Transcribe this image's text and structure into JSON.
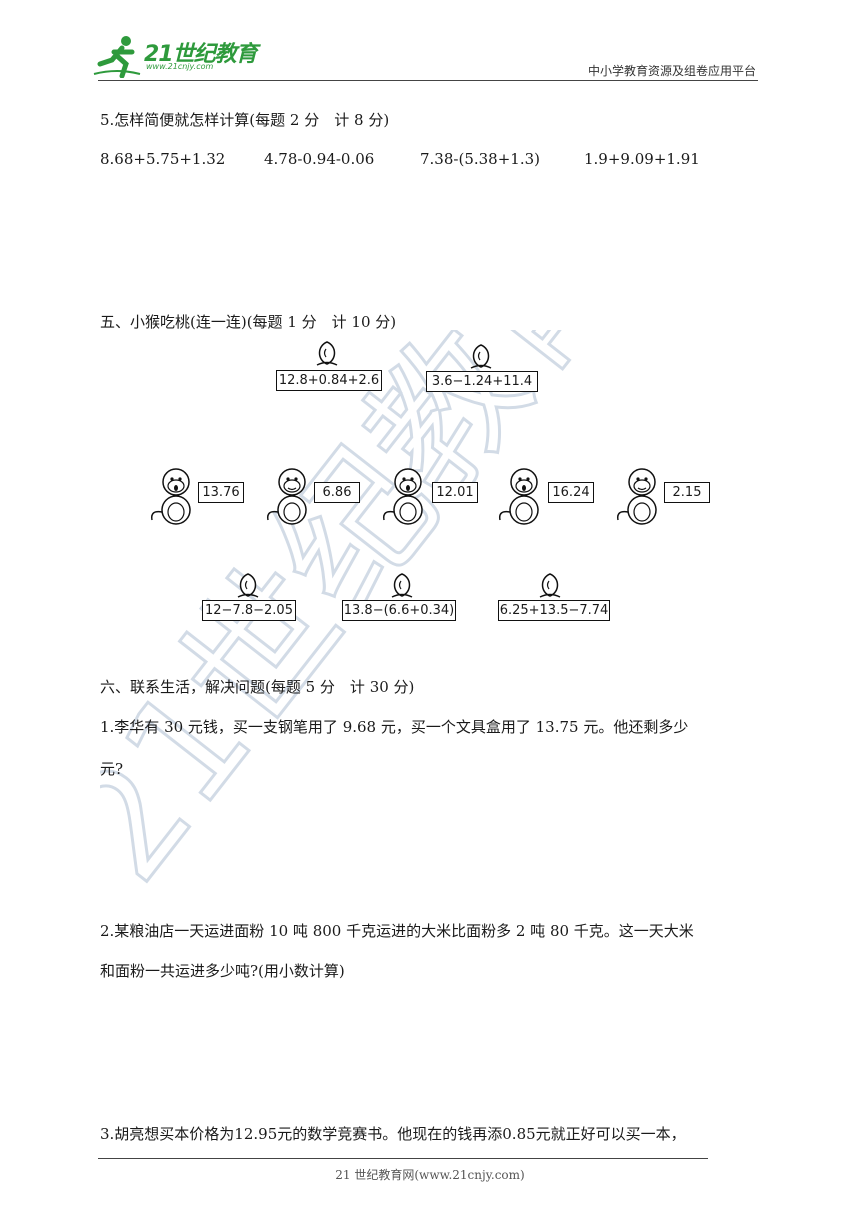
{
  "header": {
    "logo_name": "21世纪教育",
    "logo_url": "www.21cnjy.com",
    "right_text": "中小学教育资源及组卷应用平台"
  },
  "section5": {
    "title": "5.怎样简便就怎样计算(每题 2 分　计 8 分)",
    "problems": [
      "8.68+5.75+1.32",
      "4.78-0.94-0.06",
      "7.38-(5.38+1.3)",
      "1.9+9.09+1.91"
    ]
  },
  "section_wu": {
    "title": "五、小猴吃桃(连一连)(每题 1 分　计 10 分)",
    "top_peaches": [
      "12.8+0.84+2.6",
      "3.6−1.24+11.4"
    ],
    "monkeys": [
      "13.76",
      "6.86",
      "12.01",
      "16.24",
      "2.15"
    ],
    "bottom_peaches": [
      "12−7.8−2.05",
      "13.8−(6.6+0.34)",
      "6.25+13.5−7.74"
    ]
  },
  "section_liu": {
    "title": "六、联系生活，解决问题(每题 5 分　计 30 分)",
    "q1_line1": "1.李华有 30 元钱，买一支钢笔用了 9.68 元，买一个文具盒用了 13.75 元。他还剩多少",
    "q1_line2": "元?",
    "q2_line1": "2.某粮油店一天运进面粉 10 吨 800 千克运进的大米比面粉多 2 吨 80 千克。这一天大米",
    "q2_line2": "和面粉一共运进多少吨?(用小数计算)",
    "q3_line1": "3.胡亮想买本价格为12.95元的数学竞赛书。他现在的钱再添0.85元就正好可以买一本，"
  },
  "footer": {
    "text": "21 世纪教育网(www.21cnjy.com)"
  },
  "watermark": {
    "text": "21世纪教育"
  },
  "colors": {
    "logo_green": "#2e9a3c",
    "watermark": "#d2dbe6"
  }
}
